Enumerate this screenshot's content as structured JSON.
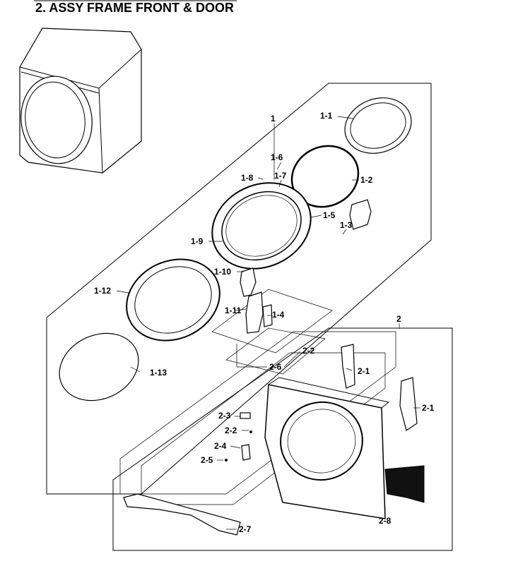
{
  "title": "2. ASSY FRAME FRONT & DOOR",
  "labels": {
    "l1": "1",
    "l1_1": "1-1",
    "l1_2": "1-2",
    "l1_3": "1-3",
    "l1_4": "1-4",
    "l1_5": "1-5",
    "l1_6": "1-6",
    "l1_7": "1-7",
    "l1_8": "1-8",
    "l1_9": "1-9",
    "l1_10": "1-10",
    "l1_11": "1-11",
    "l1_12": "1-12",
    "l1_13": "1-13",
    "l2": "2",
    "l2_1a": "2-1",
    "l2_1b": "2-1",
    "l2_2a": "2-2",
    "l2_2b": "2-2",
    "l2_3": "2-3",
    "l2_4": "2-4",
    "l2_5": "2-5",
    "l2_6": "2-6",
    "l2_7": "2-7",
    "l2_8": "2-8"
  }
}
